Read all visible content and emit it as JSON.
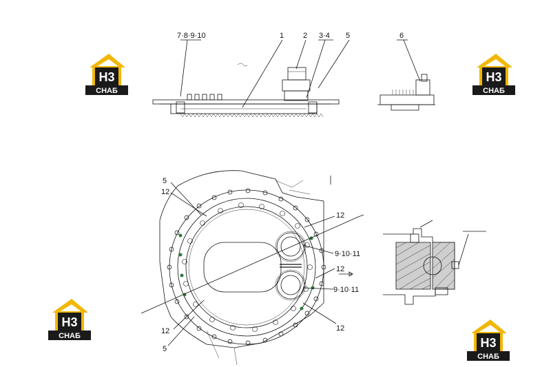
{
  "logo": {
    "mark": "H3",
    "wordmark": "СНАБ",
    "colors": {
      "roof": "#f2b705",
      "body": "#1a1a1a",
      "text": "#ffffff"
    }
  },
  "top_view": {
    "callouts": [
      "7·8·9·10",
      "1",
      "2",
      "3·4",
      "5"
    ]
  },
  "side_view": {
    "callouts": [
      "6"
    ]
  },
  "plan_view": {
    "callouts": [
      "5",
      "12",
      "12",
      "9·10·11",
      "12",
      "9·10·11",
      "12",
      "12",
      "5"
    ]
  }
}
